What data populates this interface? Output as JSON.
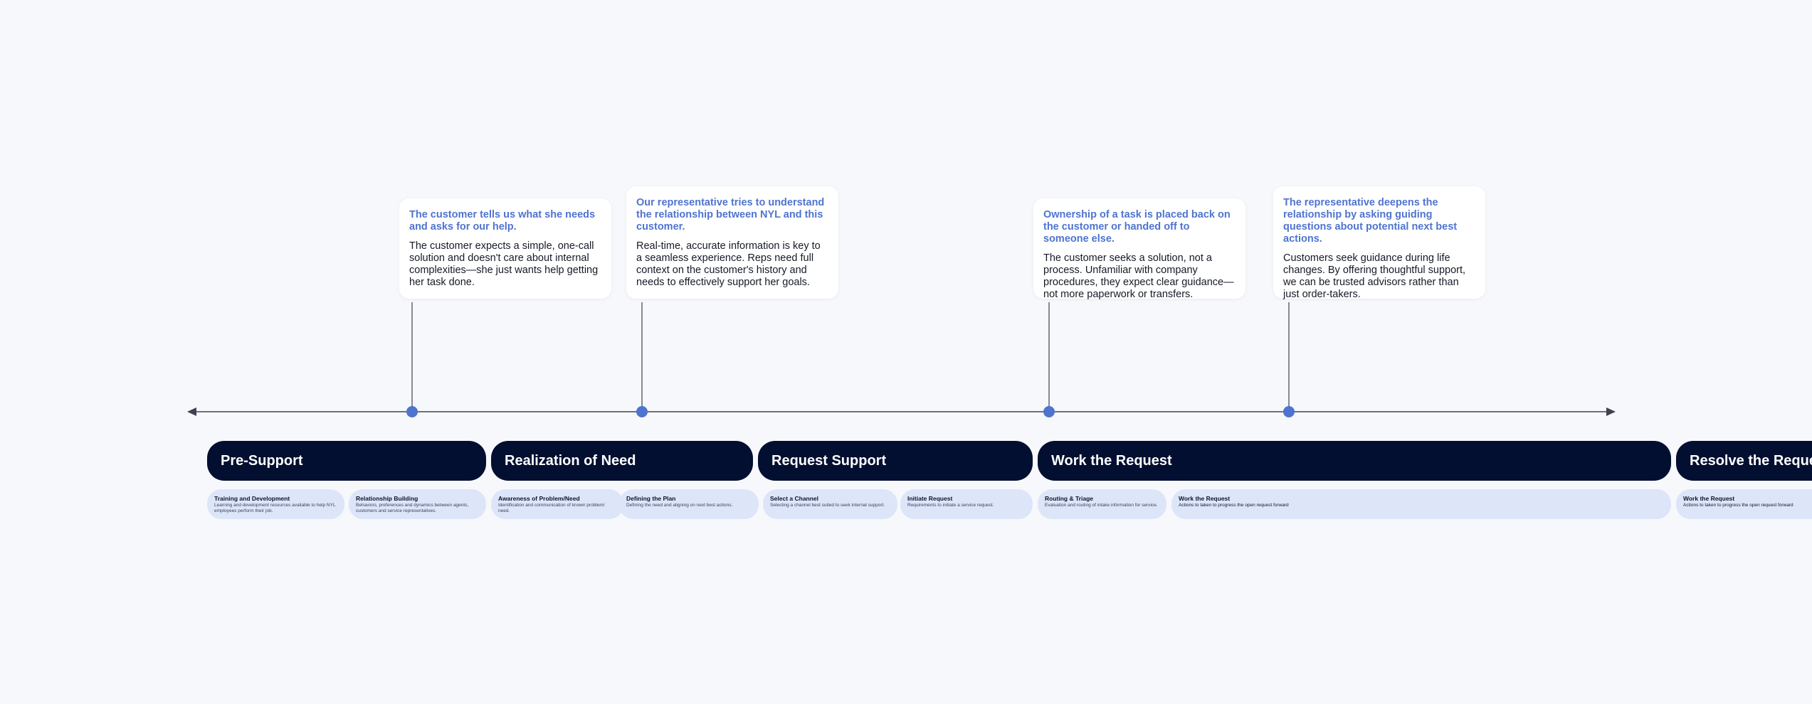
{
  "colors": {
    "background": "#f7f8fc",
    "phase": "#030f30",
    "step": "#dde5f8",
    "accent": "#4f74cf",
    "axis": "#3d4250"
  },
  "callouts": [
    {
      "heading": "The customer tells us what she needs and asks for our help.",
      "body": "The customer expects a simple, one-call solution and doesn't care about internal complexities—she just wants help getting her task done."
    },
    {
      "heading": "Our representative tries to understand the relationship between NYL and this customer.",
      "body": "Real-time, accurate information is key to a seamless experience. Reps need full context on the customer's history and needs to effectively support her goals."
    },
    {
      "heading": "Ownership of a task is placed back on the customer or handed off to someone else.",
      "body": "The customer seeks a solution, not a process. Unfamiliar with company procedures, they expect clear guidance—not more paperwork or transfers."
    },
    {
      "heading": "The representative deepens the relationship by asking guiding questions about potential next best actions.",
      "body": "Customers seek guidance during life changes. By offering thoughtful support, we can be trusted advisors rather than just order-takers."
    }
  ],
  "phases": [
    {
      "label": "Pre-Support"
    },
    {
      "label": "Realization of Need"
    },
    {
      "label": "Request Support"
    },
    {
      "label": "Work the Request"
    },
    {
      "label": "Resolve the Reque"
    }
  ],
  "steps": [
    {
      "title": "Training and Development",
      "desc": "Learning and development resources available to help NYL employees perform their job."
    },
    {
      "title": "Relationship Building",
      "desc": "Behaviors, preferences and dynamics between agents, customers and service representatives."
    },
    {
      "title": "Awareness of Problem/Need",
      "desc": "Identification and communication of known problem/ need."
    },
    {
      "title": "Defining the Plan",
      "desc": "Defining the need and aligning on next best actions."
    },
    {
      "title": "Select a Channel",
      "desc": "Selecting a channel best suited to seek internal support."
    },
    {
      "title": "Initiate Request",
      "desc": "Requirements to initiate a service request."
    },
    {
      "title": "Routing & Triage",
      "desc": "Evaluation and routing of intake information for service."
    },
    {
      "title": "Work the Request",
      "desc": "Actions to taken to progress the open request forward"
    },
    {
      "title": "Work the Request",
      "desc": "Actions to taken to progress the open request forward"
    }
  ]
}
